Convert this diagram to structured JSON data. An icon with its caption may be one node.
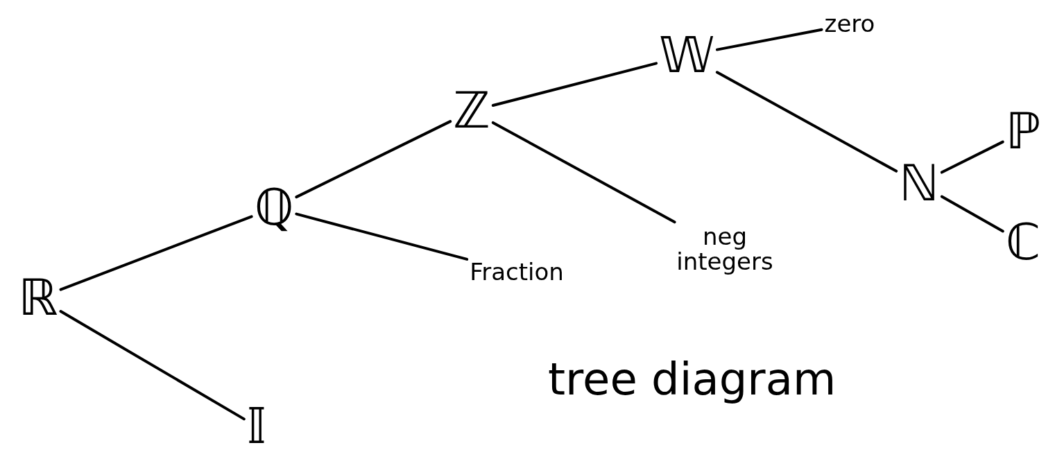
{
  "diagram": {
    "title": "tree diagram",
    "nodes": [
      {
        "text": [
          "ℝ"
        ]
      },
      {
        "text": [
          "ℚ"
        ]
      },
      {
        "text": [
          "𝕀"
        ]
      },
      {
        "text": [
          "ℤ"
        ]
      },
      {
        "text": [
          "Fraction"
        ]
      },
      {
        "text": [
          "𝕎"
        ]
      },
      {
        "text": [
          "neg integers"
        ]
      },
      {
        "text": [
          "zero"
        ]
      },
      {
        "text": [
          "ℕ"
        ]
      },
      {
        "text": [
          "ℙ"
        ]
      },
      {
        "text": [
          "ℂ"
        ]
      }
    ],
    "edges": [
      {
        "from": 0,
        "to": 1,
        "arrow": "none"
      },
      {
        "from": 0,
        "to": 2,
        "arrow": "none"
      },
      {
        "from": 1,
        "to": 3,
        "arrow": "none"
      },
      {
        "from": 1,
        "to": 4,
        "arrow": "none"
      },
      {
        "from": 3,
        "to": 5,
        "arrow": "none"
      },
      {
        "from": 3,
        "to": 6,
        "arrow": "none"
      },
      {
        "from": 5,
        "to": 7,
        "arrow": "none"
      },
      {
        "from": 5,
        "to": 8,
        "arrow": "none"
      },
      {
        "from": 8,
        "to": 9,
        "arrow": "none"
      },
      {
        "from": 8,
        "to": 10,
        "arrow": "none"
      }
    ]
  }
}
